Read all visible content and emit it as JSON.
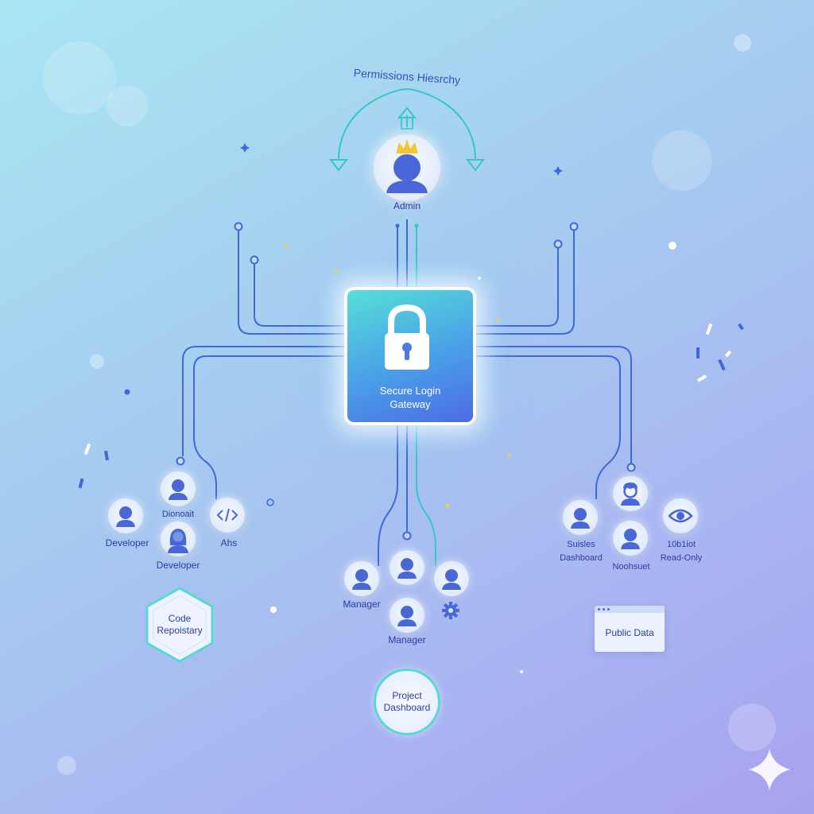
{
  "diagram": {
    "title": "Permissions Hiesrchy",
    "admin_label": "Admin",
    "gateway_label_line1": "Secure Login",
    "gateway_label_line2": "Gateway",
    "left_group": {
      "top_label": "Dionoait",
      "dev1_label": "Developer",
      "dev2_label": "Developer",
      "api_label": "Ahs"
    },
    "center_group": {
      "manager1_label": "Manager",
      "manager2_label": "Manager"
    },
    "right_group": {
      "suisles_label_line1": "Suisles",
      "suisles_label_line2": "Dashboard",
      "noohsuet_label": "Noohsuet",
      "readonly_label_line1": "10b1iot",
      "readonly_label_line2": "Read-Only"
    },
    "resources": {
      "code_repo_line1": "Code",
      "code_repo_line2": "Repoistary",
      "project_dashboard_line1": "Project",
      "project_dashboard_line2": "Dashboard",
      "public_data": "Public Data"
    }
  },
  "colors": {
    "line_blue": "#3f69d8",
    "line_teal": "#33c9c6",
    "person_blue": "#4a67d8",
    "crown_yellow": "#f2c631",
    "label_navy": "#2b3f9c"
  },
  "icons": [
    "lock-icon",
    "crown-icon",
    "code-icon",
    "gear-icon",
    "eye-icon",
    "window-icon",
    "sparkle-icon"
  ]
}
